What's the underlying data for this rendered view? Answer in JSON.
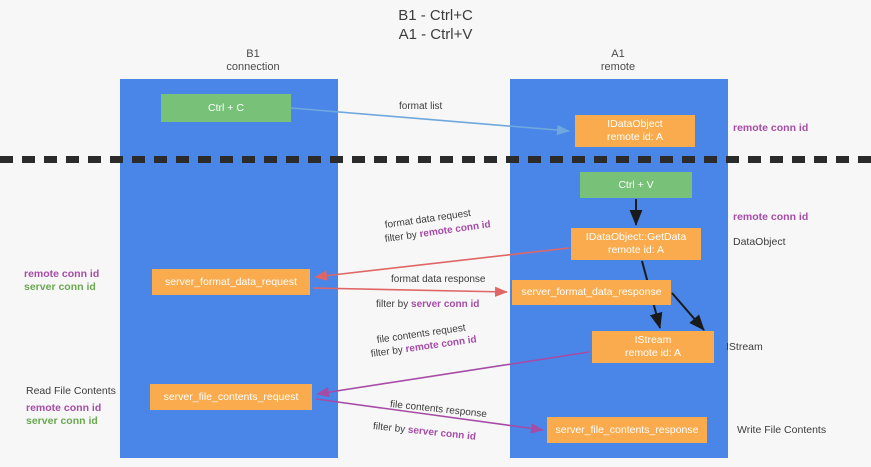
{
  "title": "B1 - Ctrl+C\nA1 - Ctrl+V",
  "columns": {
    "left": "B1\nconnection",
    "right": "A1\nremote"
  },
  "colors": {
    "lane": "#4a86e8",
    "node_green": "#77c278",
    "node_orange": "#f9ab4e",
    "remote_conn_id": "#a64ca6",
    "server_conn_id": "#6aa84f",
    "arrow_format_list": "#6fa8dc",
    "arrow_format_data": "#e06666",
    "arrow_file_contents": "#a64ca6",
    "arrow_internal": "#1a1a1a",
    "divider": "#2b2b2b"
  },
  "nodes": {
    "ctrl_c": "Ctrl + C",
    "idataobject": "IDataObject\nremote id: A",
    "ctrl_v": "Ctrl + V",
    "getdata": "IDataObject::GetData\nremote id: A",
    "server_format_data_request": "server_format_data_request",
    "server_format_data_response": "server_format_data_response",
    "istream": "IStream\nremote id: A",
    "server_file_contents_request": "server_file_contents_request",
    "server_file_contents_response": "server_file_contents_response"
  },
  "edge_labels": {
    "format_list": "format list",
    "format_data_request": "format data request",
    "format_data_request_filter_prefix": "filter by ",
    "format_data_response": "format data response",
    "format_data_response_filter_prefix": "filter by ",
    "file_contents_request": "file contents request",
    "file_contents_request_filter_prefix": "filter by ",
    "file_contents_response": "file contents response",
    "file_contents_response_filter_prefix": "filter by ",
    "remote_conn_id": "remote conn id",
    "server_conn_id": "server conn id"
  },
  "annotations": {
    "remote_conn_id_top": "remote conn id",
    "remote_conn_id_mid": "remote conn id",
    "dataobject": "DataObject",
    "istream": "IStream",
    "write_file_contents": "Write File Contents",
    "read_file_contents": "Read File Contents",
    "left_remote_conn_id": "remote conn id",
    "left_server_conn_id": "server conn id"
  }
}
